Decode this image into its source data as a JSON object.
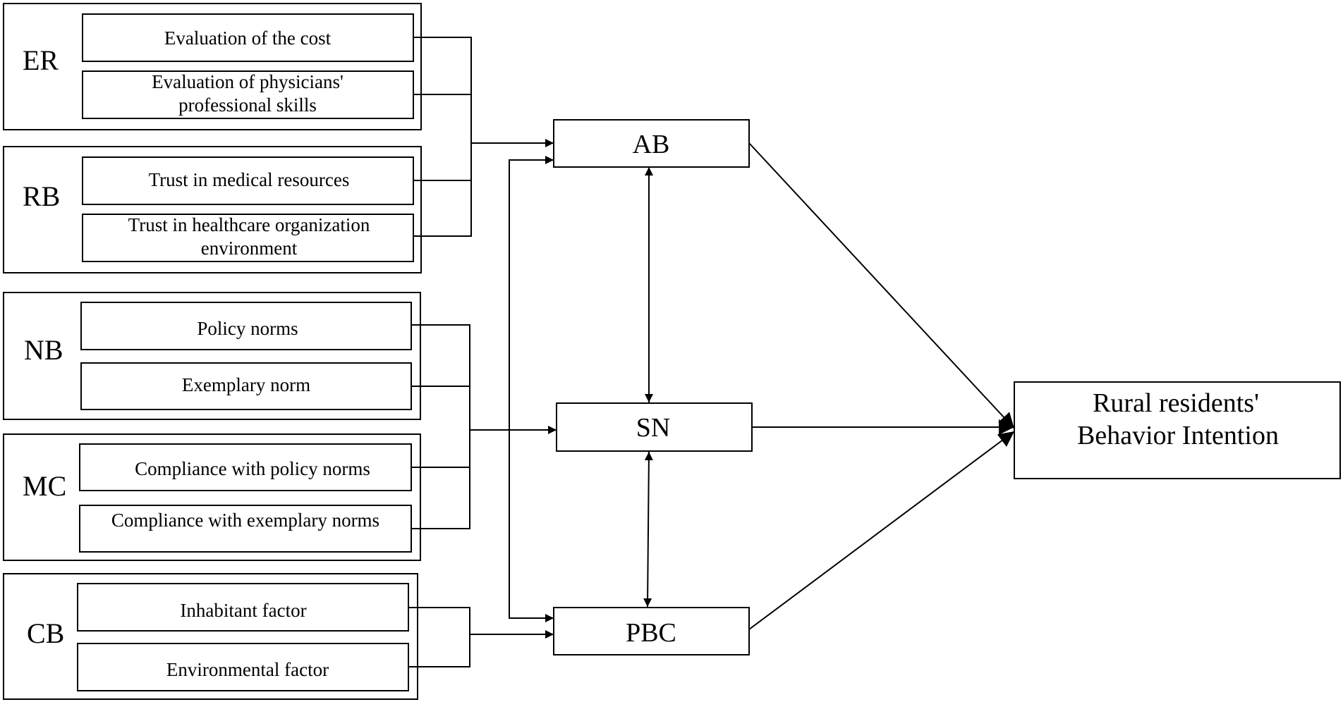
{
  "groups": {
    "er": {
      "label": "ER",
      "items": [
        "Evaluation of the cost",
        "Evaluation of physicians'",
        "professional skills"
      ]
    },
    "rb": {
      "label": "RB",
      "items": [
        "Trust in medical resources",
        "Trust in healthcare organization",
        "environment"
      ]
    },
    "nb": {
      "label": "NB",
      "items": [
        "Policy norms",
        "Exemplary norm"
      ]
    },
    "mc": {
      "label": "MC",
      "items": [
        "Compliance with policy norms",
        "Compliance with exemplary norms"
      ]
    },
    "cb": {
      "label": "CB",
      "items": [
        "Inhabitant factor",
        "Environmental factor"
      ]
    }
  },
  "constructs": {
    "ab": "AB",
    "sn": "SN",
    "pbc": "PBC"
  },
  "outcome": {
    "line1": "Rural residents'",
    "line2": "Behavior Intention"
  }
}
